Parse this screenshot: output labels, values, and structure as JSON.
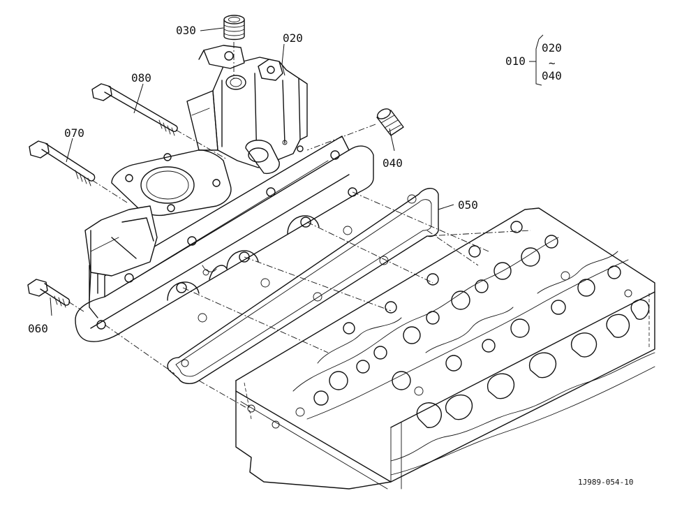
{
  "callouts": {
    "p030": "030",
    "p020": "020",
    "p080": "080",
    "p070": "070",
    "p040": "040",
    "p050": "050",
    "p060": "060"
  },
  "assembly_note": {
    "label": "010",
    "range_start": "020",
    "range_sep": "~",
    "range_end": "040"
  },
  "figure_code": "1J989-054-10"
}
